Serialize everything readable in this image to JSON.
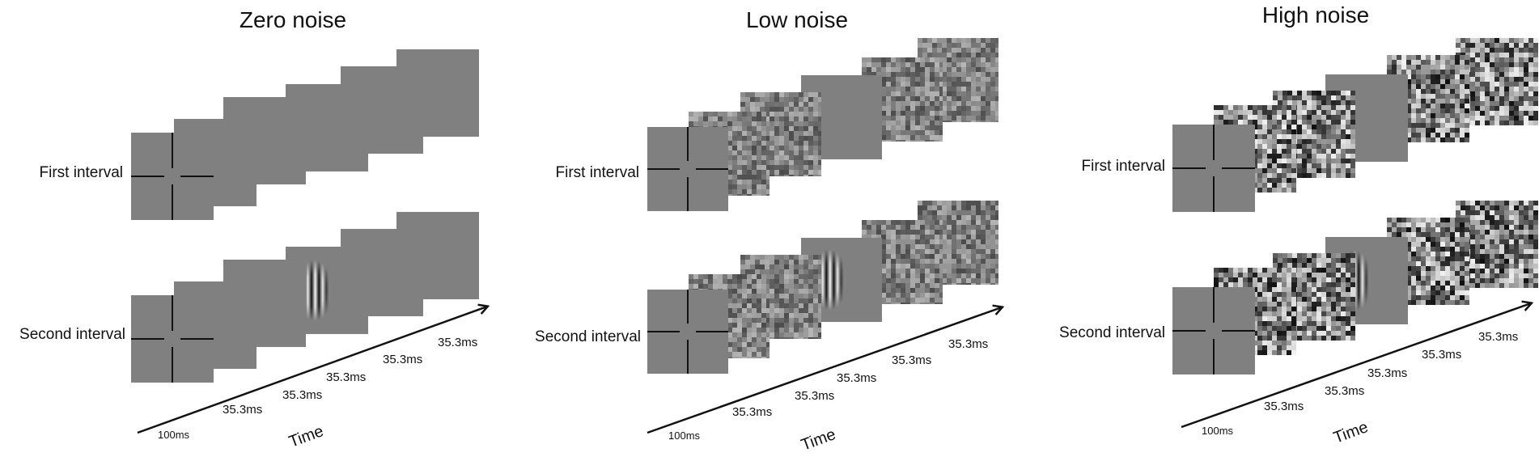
{
  "panels": [
    {
      "title": "Zero noise",
      "noise": "zero",
      "first_interval_label": "First interval",
      "second_interval_label": "Second interval",
      "durations": [
        "100ms",
        "35.3ms",
        "35.3ms",
        "35.3ms",
        "35.3ms",
        "35.3ms"
      ],
      "time_label": "Time"
    },
    {
      "title": "Low noise",
      "noise": "low",
      "first_interval_label": "First interval",
      "second_interval_label": "Second interval",
      "durations": [
        "100ms",
        "35.3ms",
        "35.3ms",
        "35.3ms",
        "35.3ms",
        "35.3ms"
      ],
      "time_label": "Time"
    },
    {
      "title": "High noise",
      "noise": "high",
      "first_interval_label": "First interval",
      "second_interval_label": "Second interval",
      "durations": [
        "100ms",
        "35.3ms",
        "35.3ms",
        "35.3ms",
        "35.3ms",
        "35.3ms"
      ],
      "time_label": "Time"
    }
  ],
  "frame_sequence": [
    "fixation",
    "noise",
    "noise",
    "blank",
    "noise",
    "noise"
  ],
  "target_frame_second_interval": 3,
  "colors": {
    "frame_gray": "#808080",
    "arrow": "#111111",
    "text": "#111111"
  }
}
